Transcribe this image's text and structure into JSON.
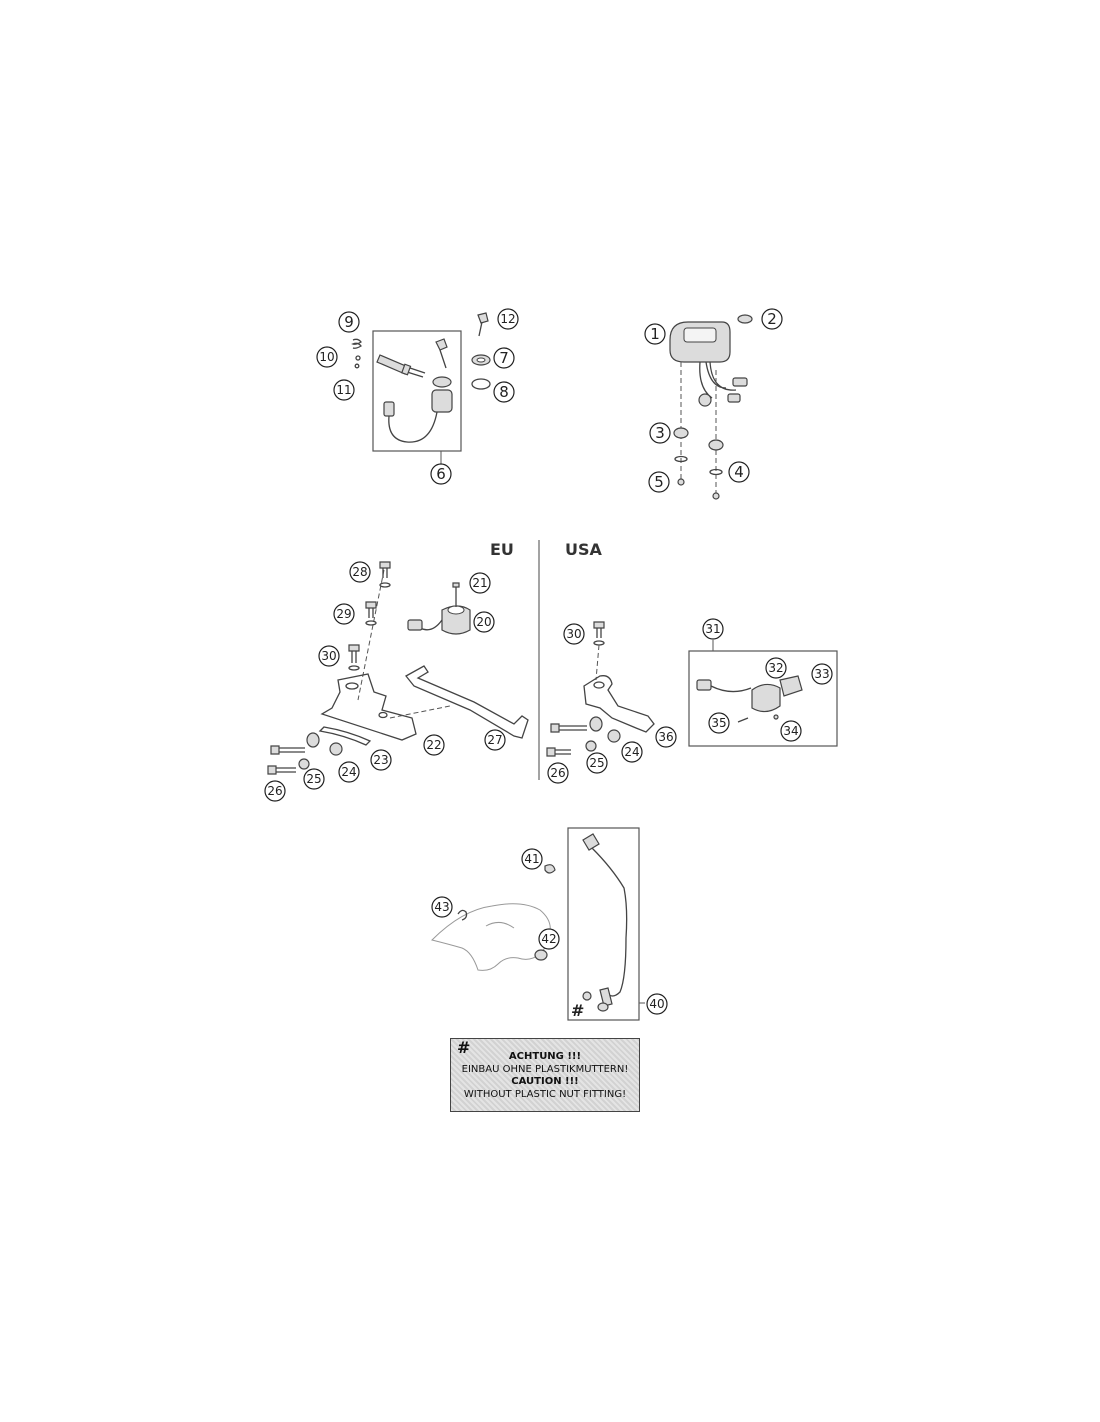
{
  "section_labels": {
    "eu": "EU",
    "usa": "USA"
  },
  "notice": {
    "symbol": "#",
    "line1": "ACHTUNG !!!",
    "line2": "EINBAU OHNE PLASTIKMUTTERN!",
    "line3": "CAUTION !!!",
    "line4": "WITHOUT PLASTIC NUT FITTING!"
  },
  "hash_marker": "#",
  "callouts": {
    "c1": "1",
    "c2": "2",
    "c3": "3",
    "c4": "4",
    "c5": "5",
    "c6": "6",
    "c7": "7",
    "c8": "8",
    "c9": "9",
    "c10": "10",
    "c11": "11",
    "c12": "12",
    "c20": "20",
    "c21": "21",
    "c22": "22",
    "c23": "23",
    "c24": "24",
    "c24b": "24",
    "c25": "25",
    "c25b": "25",
    "c26": "26",
    "c26b": "26",
    "c27": "27",
    "c28": "28",
    "c29": "29",
    "c30": "30",
    "c30b": "30",
    "c31": "31",
    "c32": "32",
    "c33": "33",
    "c34": "34",
    "c35": "35",
    "c36": "36",
    "c40": "40",
    "c41": "41",
    "c42": "42",
    "c43": "43"
  }
}
